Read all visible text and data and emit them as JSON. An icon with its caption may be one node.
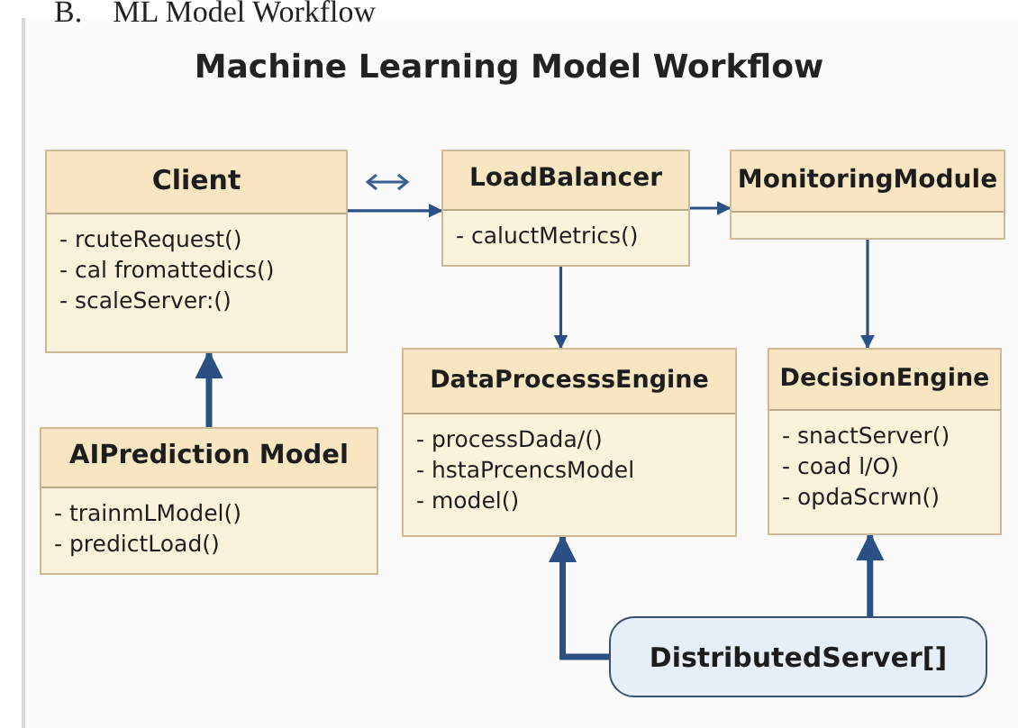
{
  "diagram": {
    "title": "Machine Learning Model Workflow",
    "nodes": [
      {
        "text": [
          "Client",
          "- rcuteRequest()",
          "- cal fromattedics()",
          "- scaleServer:()"
        ]
      },
      {
        "text": [
          "LoadBalancer",
          "- caluctMetrics()"
        ]
      },
      {
        "text": [
          "MonitoringModule"
        ]
      },
      {
        "text": [
          "AIPrediction Model",
          "- trainmLModel()",
          "- predictLoad()"
        ]
      },
      {
        "text": [
          "DataProcesssEngine",
          "- processDada/()",
          "- hstaPrcencsModel",
          "- model()"
        ]
      },
      {
        "text": [
          "DecisionEngine",
          "- snactServer()",
          "- coad l/O)",
          "- opdaScrwn()"
        ]
      },
      {
        "text": [
          "DistributedServer[]"
        ]
      }
    ],
    "edges": [
      {
        "from": 0,
        "to": 1,
        "arrow": "to"
      },
      {
        "from": 1,
        "to": 2,
        "arrow": "to"
      },
      {
        "from": 1,
        "to": 4,
        "arrow": "to"
      },
      {
        "from": 2,
        "to": 5,
        "arrow": "to"
      },
      {
        "from": 3,
        "to": 0,
        "arrow": "to",
        "style": "thick"
      },
      {
        "from": 6,
        "to": 4,
        "arrow": "to",
        "style": "thick"
      },
      {
        "from": 6,
        "to": 5,
        "arrow": "to",
        "style": "thick"
      }
    ],
    "labels": [
      "B.    ML Model Workflow"
    ]
  }
}
